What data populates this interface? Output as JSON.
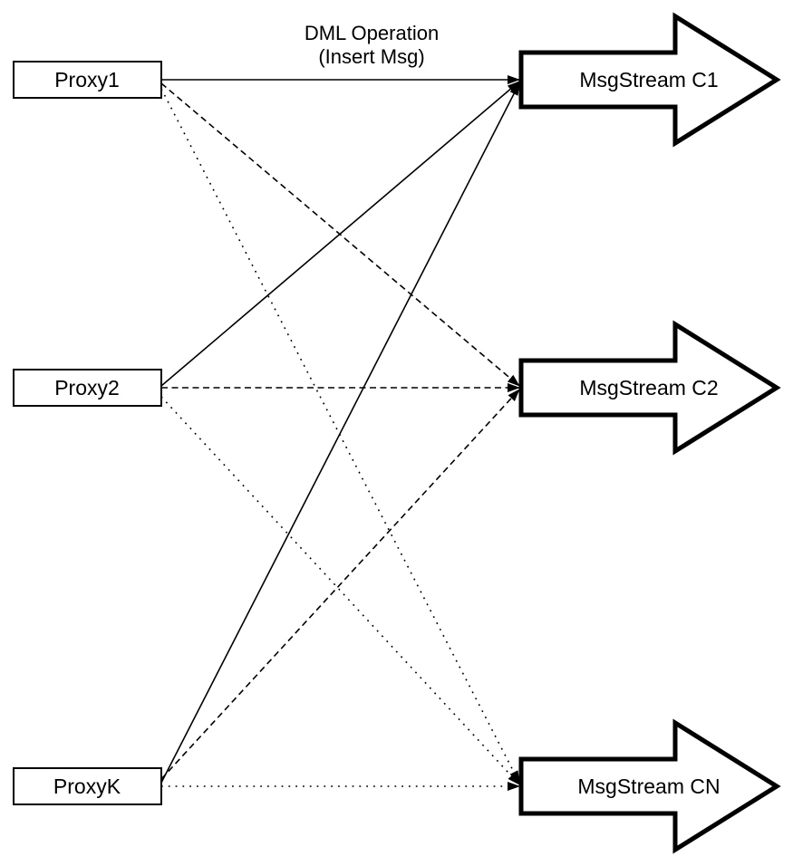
{
  "diagram": {
    "title": {
      "line1": "DML Operation",
      "line2": "(Insert Msg)"
    },
    "proxies": [
      {
        "label": "Proxy1"
      },
      {
        "label": "Proxy2"
      },
      {
        "label": "ProxyK"
      }
    ],
    "streams": [
      {
        "label": "MsgStream C1"
      },
      {
        "label": "MsgStream C2"
      },
      {
        "label": "MsgStream CN"
      }
    ],
    "edges": [
      {
        "from": "Proxy1",
        "to": "MsgStream C1",
        "line_style": "solid"
      },
      {
        "from": "Proxy2",
        "to": "MsgStream C1",
        "line_style": "solid"
      },
      {
        "from": "ProxyK",
        "to": "MsgStream C1",
        "line_style": "solid"
      },
      {
        "from": "Proxy1",
        "to": "MsgStream C2",
        "line_style": "dashed"
      },
      {
        "from": "Proxy2",
        "to": "MsgStream C2",
        "line_style": "dashed"
      },
      {
        "from": "ProxyK",
        "to": "MsgStream C2",
        "line_style": "dashed"
      },
      {
        "from": "Proxy1",
        "to": "MsgStream CN",
        "line_style": "dotted"
      },
      {
        "from": "Proxy2",
        "to": "MsgStream CN",
        "line_style": "dotted"
      },
      {
        "from": "ProxyK",
        "to": "MsgStream CN",
        "line_style": "dotted"
      }
    ],
    "colors": {
      "background": "#ffffff",
      "line": "#000000",
      "shape_fill": "#ffffff",
      "text": "#000000"
    }
  }
}
